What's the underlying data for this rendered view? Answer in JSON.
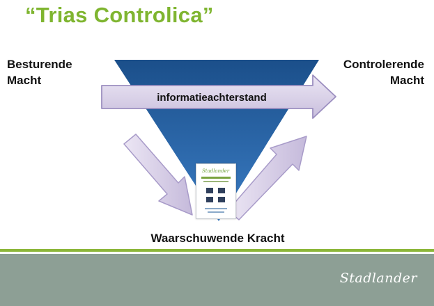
{
  "title": "“Trias Controlica”",
  "labels": {
    "left_line1": "Besturende",
    "left_line2": "Macht",
    "right_line1": "Controlerende",
    "right_line2": "Macht",
    "bottom": "Waarschuwende Kracht",
    "banner": "informatieachterstand"
  },
  "document_thumbnail": {
    "logo": "Stadlander"
  },
  "footer": {
    "brand": "Stadlander"
  },
  "colors": {
    "title": "#7fb530",
    "triangle_top": "#1b4f8a",
    "triangle_bottom": "#2f6fb8",
    "arrow_fill": "#d8d0e6",
    "arrow_stroke": "#9c8fc0",
    "footer_band": "#8d9f95",
    "footer_accent": "#8cb63a"
  }
}
